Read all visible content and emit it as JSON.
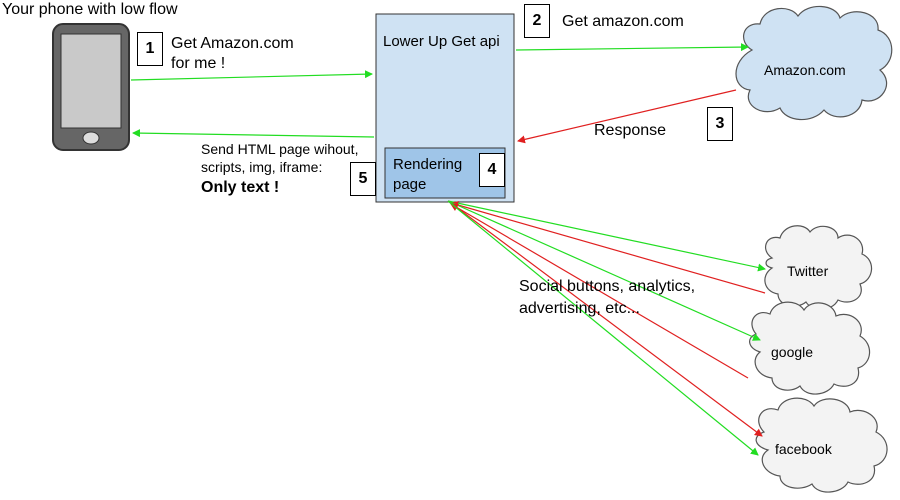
{
  "phone": {
    "caption": "Your phone with low flow"
  },
  "steps": {
    "s1": {
      "number": "1",
      "text_line1": "Get Amazon.com",
      "text_line2": "for me !"
    },
    "s2": {
      "number": "2",
      "text": "Get amazon.com"
    },
    "s3": {
      "number": "3",
      "text": "Response"
    },
    "s4": {
      "number": "4"
    },
    "s5": {
      "number": "5",
      "text_line1": "Send HTML page wihout,",
      "text_line2": "scripts, img, iframe:",
      "text_bold": "Only text !"
    }
  },
  "server": {
    "title": "Lower Up Get api",
    "inner_line1": "Rendering",
    "inner_line2": "page"
  },
  "clouds": {
    "amazon": "Amazon.com",
    "twitter": "Twitter",
    "google": "google",
    "facebook": "facebook"
  },
  "social_note": {
    "line1": "Social buttons, analytics,",
    "line2": "advertising, etc..."
  },
  "colors": {
    "request": "#22dd22",
    "response": "#e02020",
    "server_fill": "#cfe2f3",
    "inner_fill": "#9fc5e8",
    "cloud_fill": "#cfe2f3",
    "phone_body": "#666666",
    "phone_screen": "#c9c9c9"
  }
}
